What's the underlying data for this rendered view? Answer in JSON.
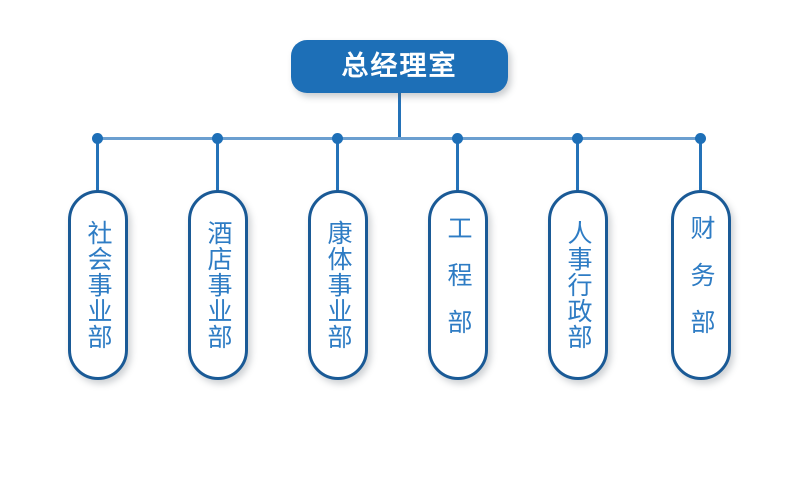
{
  "diagram": {
    "type": "org-chart",
    "title_node": {
      "label": "总经理室",
      "shape": "rounded-rectangle",
      "fill_color": "#1D6FB7",
      "text_color": "#FFFFFF"
    },
    "connector": {
      "horizontal_line_color": "#6B9FD0",
      "vertical_line_color": "#2472B8",
      "junction_dot_color": "#1D6FB7",
      "junction_dot_count": 6
    },
    "departments": [
      {
        "label": "社会事业部",
        "char_count": 5,
        "spacing": "normal"
      },
      {
        "label": "酒店事业部",
        "char_count": 5,
        "spacing": "normal"
      },
      {
        "label": "康体事业部",
        "char_count": 5,
        "spacing": "normal"
      },
      {
        "label": "工程部",
        "char_count": 3,
        "spacing": "sparse"
      },
      {
        "label": "人事行政部",
        "char_count": 5,
        "spacing": "normal"
      },
      {
        "label": "财务部",
        "char_count": 3,
        "spacing": "sparse"
      }
    ],
    "node_style": {
      "shape": "pill",
      "fill_color": "#FFFFFF",
      "border_color": "#1A5A96",
      "text_color": "#2E7CC4",
      "text_direction": "vertical"
    }
  }
}
